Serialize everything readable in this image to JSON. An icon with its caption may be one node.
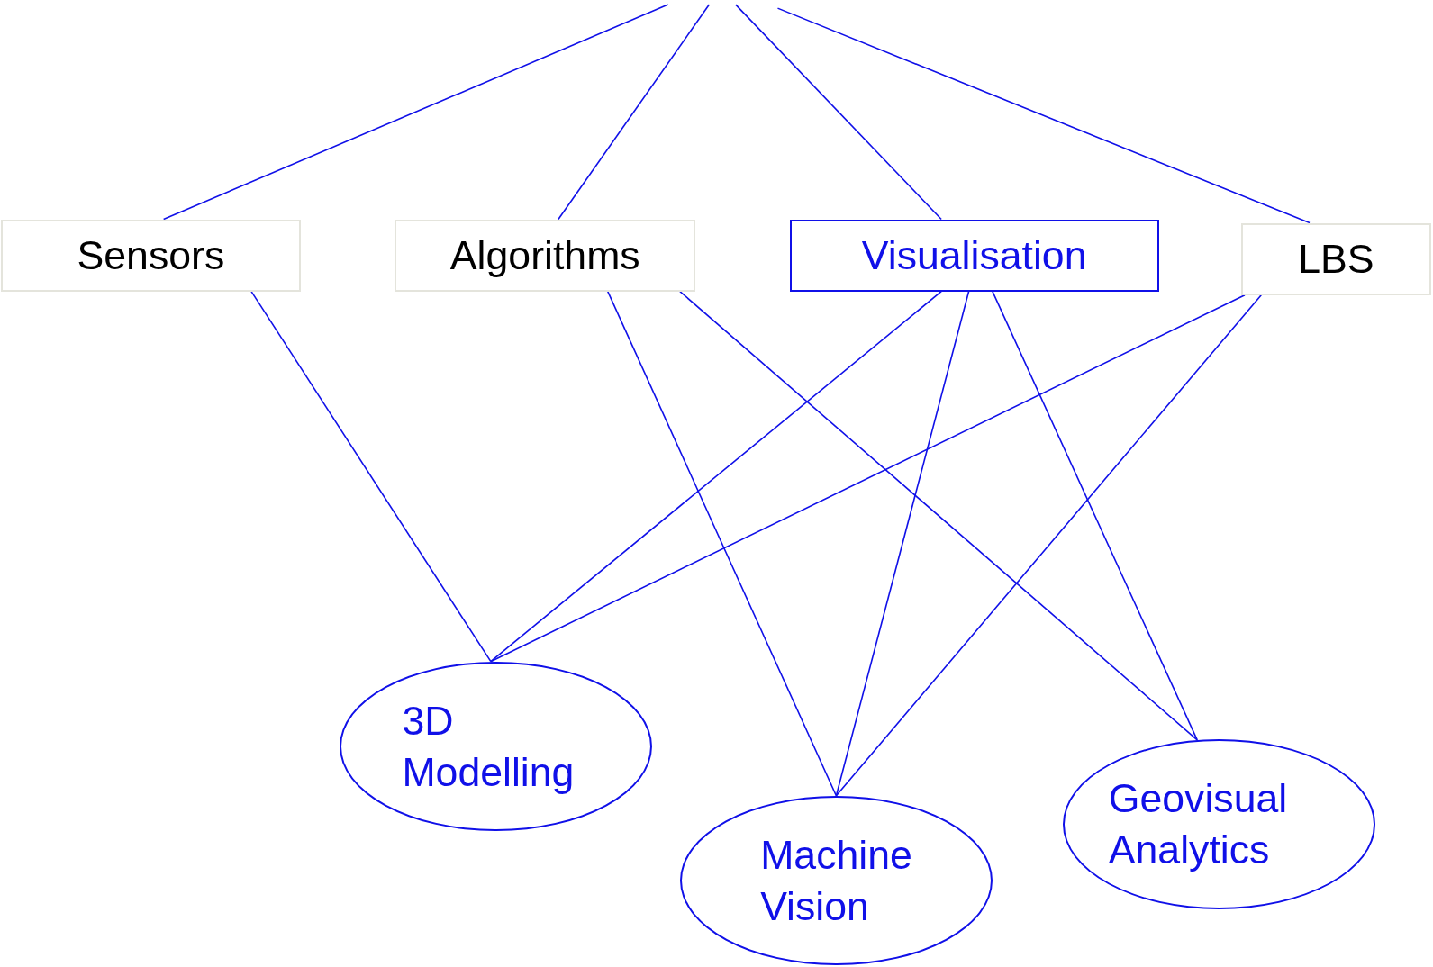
{
  "diagram": {
    "nodes": [
      {
        "text": [
          "Sensors"
        ]
      },
      {
        "text": [
          "Algorithms"
        ]
      },
      {
        "text": [
          "Visualisation"
        ]
      },
      {
        "text": [
          "LBS"
        ]
      },
      {
        "text": [
          "3D Modelling"
        ]
      },
      {
        "text": [
          "Machine Vision"
        ]
      },
      {
        "text": [
          "Geovisual Analytics"
        ]
      }
    ],
    "edges": [
      {
        "from": null,
        "to": 0,
        "arrow": "none"
      },
      {
        "from": null,
        "to": 1,
        "arrow": "none"
      },
      {
        "from": null,
        "to": 2,
        "arrow": "none"
      },
      {
        "from": null,
        "to": 3,
        "arrow": "none"
      },
      {
        "from": 0,
        "to": 4,
        "arrow": "none"
      },
      {
        "from": 1,
        "to": 5,
        "arrow": "none"
      },
      {
        "from": 1,
        "to": 6,
        "arrow": "none"
      },
      {
        "from": 2,
        "to": 4,
        "arrow": "none"
      },
      {
        "from": 2,
        "to": 5,
        "arrow": "none"
      },
      {
        "from": 2,
        "to": 6,
        "arrow": "none"
      },
      {
        "from": 3,
        "to": 4,
        "arrow": "none"
      },
      {
        "from": 3,
        "to": 5,
        "arrow": "none"
      }
    ]
  }
}
